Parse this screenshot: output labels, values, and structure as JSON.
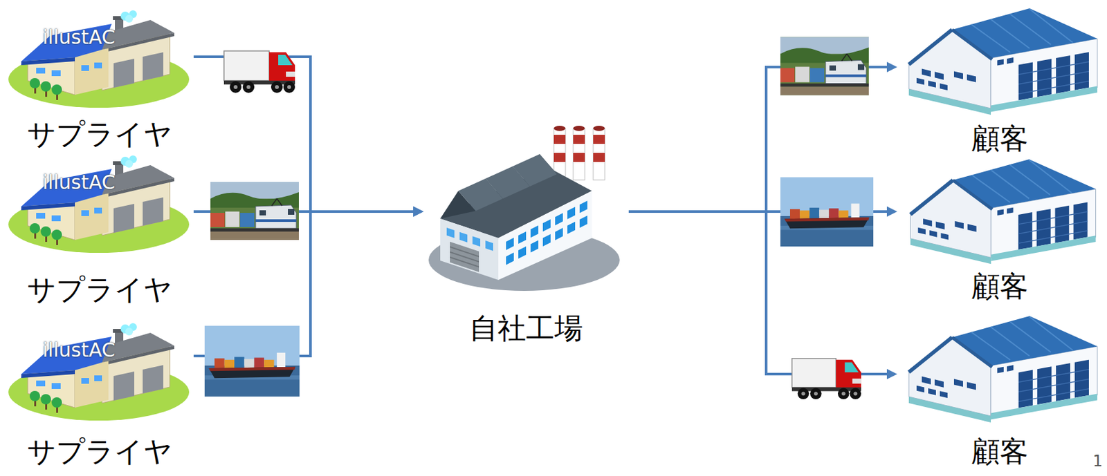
{
  "diagram": {
    "nodes": [
      {
        "text": [
          "サプライヤ"
        ]
      },
      {
        "text": [
          "サプライヤ"
        ]
      },
      {
        "text": [
          "サプライヤ"
        ]
      },
      {
        "text": [
          "自社工場"
        ]
      },
      {
        "text": [
          "顧客"
        ]
      },
      {
        "text": [
          "顧客"
        ]
      },
      {
        "text": [
          "顧客"
        ]
      }
    ],
    "edges": [
      {
        "from": 0,
        "to": 3,
        "arrow": "to"
      },
      {
        "from": 1,
        "to": 3,
        "arrow": "to"
      },
      {
        "from": 2,
        "to": 3,
        "arrow": "to"
      },
      {
        "from": 3,
        "to": 4,
        "arrow": "to"
      },
      {
        "from": 3,
        "to": 5,
        "arrow": "to"
      },
      {
        "from": 3,
        "to": 6,
        "arrow": "to"
      }
    ],
    "labels": [
      "illustAC",
      "illustAC",
      "illustAC",
      "1"
    ]
  }
}
